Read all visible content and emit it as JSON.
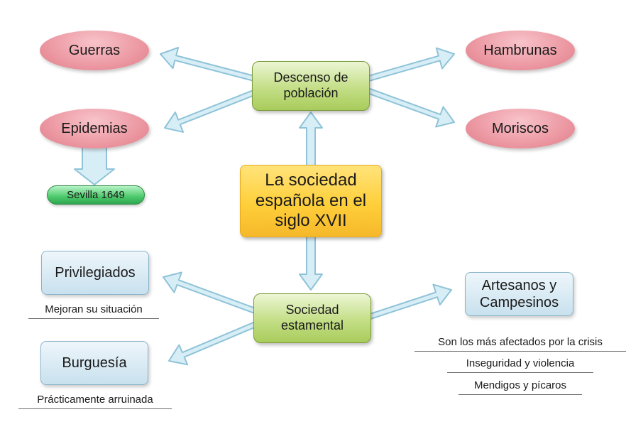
{
  "center": {
    "text": "La sociedad española en el siglo XVII"
  },
  "descenso": {
    "text": "Descenso de población"
  },
  "sociedad": {
    "text": "Sociedad estamental"
  },
  "causes": {
    "guerras": "Guerras",
    "epidemias": "Epidemias",
    "hambrunas": "Hambrunas",
    "moriscos": "Moriscos"
  },
  "sevilla": "Sevilla 1649",
  "estamentos": {
    "privilegiados": "Privilegiados",
    "burguesia": "Burguesía",
    "artesanos": "Artesanos y Campesinos"
  },
  "notes": {
    "privilegiados": "Mejoran su situación",
    "burguesia": "Prácticamente arruinada",
    "artesanos": [
      "Son los más afectados por la crisis",
      "Inseguridad y violencia",
      "Mendigos y pícaros"
    ]
  },
  "colors": {
    "arrow_fill": "#d8eef6",
    "arrow_stroke": "#8fc3d8"
  }
}
